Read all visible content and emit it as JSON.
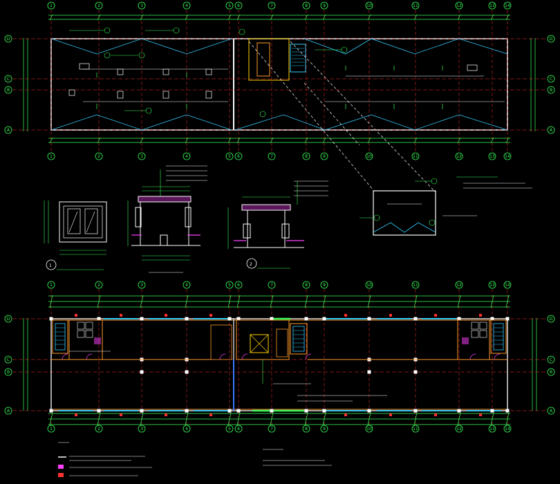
{
  "drawing": {
    "colors": {
      "background": "#000000",
      "axis_green": "#39ff5a",
      "grid_red": "#ff3030",
      "wall_white": "#ffffff",
      "cyan": "#33ccff",
      "magenta": "#ff40ff",
      "yellow": "#ffd200",
      "blue": "#3a7bff",
      "orange": "#ff9a2a"
    },
    "column_axes": [
      "1",
      "2",
      "3",
      "4",
      "5",
      "6",
      "7",
      "8",
      "9",
      "10",
      "11",
      "12",
      "13",
      "14"
    ],
    "row_axes": [
      "D",
      "C",
      "B",
      "A"
    ],
    "detail_labels": {
      "detail_1": "1",
      "detail_2": "2"
    }
  }
}
